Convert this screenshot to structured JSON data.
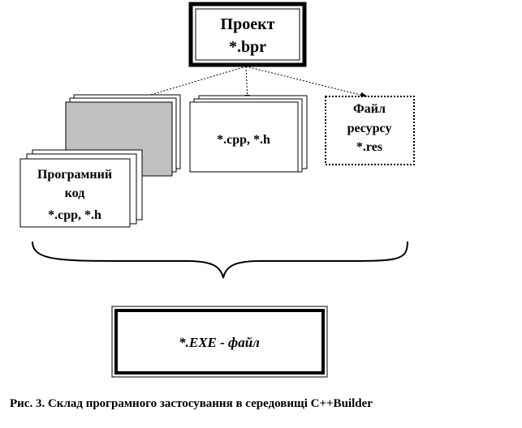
{
  "project": {
    "title": "Проект",
    "ext": "*.bpr"
  },
  "forms_stack": {
    "fill": "#c0c0c0"
  },
  "cpp_stack": {
    "label": "*.cpp, *.h"
  },
  "resource": {
    "line1": "Файл",
    "line2": "ресурсу",
    "line3": "*.res"
  },
  "program_code": {
    "line1": "Програмний",
    "line2": "код",
    "line3": "*.cpp, *.h"
  },
  "exe": {
    "label": "*.EXE - файл"
  },
  "caption": "Рис.  3. Склад програмного застосування в середовищі C++Builder"
}
